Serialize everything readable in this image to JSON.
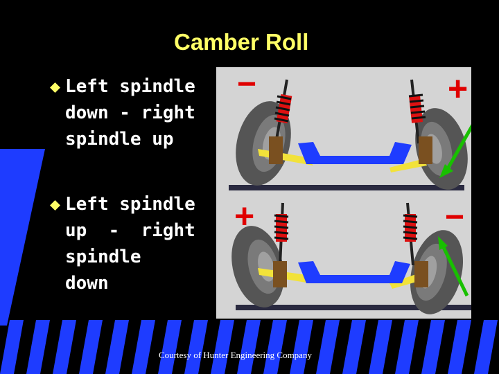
{
  "slide": {
    "title": "Camber Roll",
    "bullets": [
      {
        "line1": "Left spindle",
        "line2": "down - right",
        "line3": "spindle up"
      },
      {
        "line1": "Left spindle",
        "line2": "up  -  right",
        "line3": "spindle",
        "line4": "down"
      }
    ],
    "credit": "Courtesy of Hunter Engineering Company"
  },
  "diagram": {
    "top": {
      "left_sign": "−",
      "right_sign": "+"
    },
    "bottom": {
      "left_sign": "+",
      "right_sign": "−"
    }
  },
  "colors": {
    "title": "#FFFF66",
    "text": "#FFFFFF",
    "background": "#000000",
    "accent_blue": "#1E3CFF",
    "sign_red": "#E00000",
    "arrow_green": "#18C000",
    "panel": "#D4D4D4"
  }
}
